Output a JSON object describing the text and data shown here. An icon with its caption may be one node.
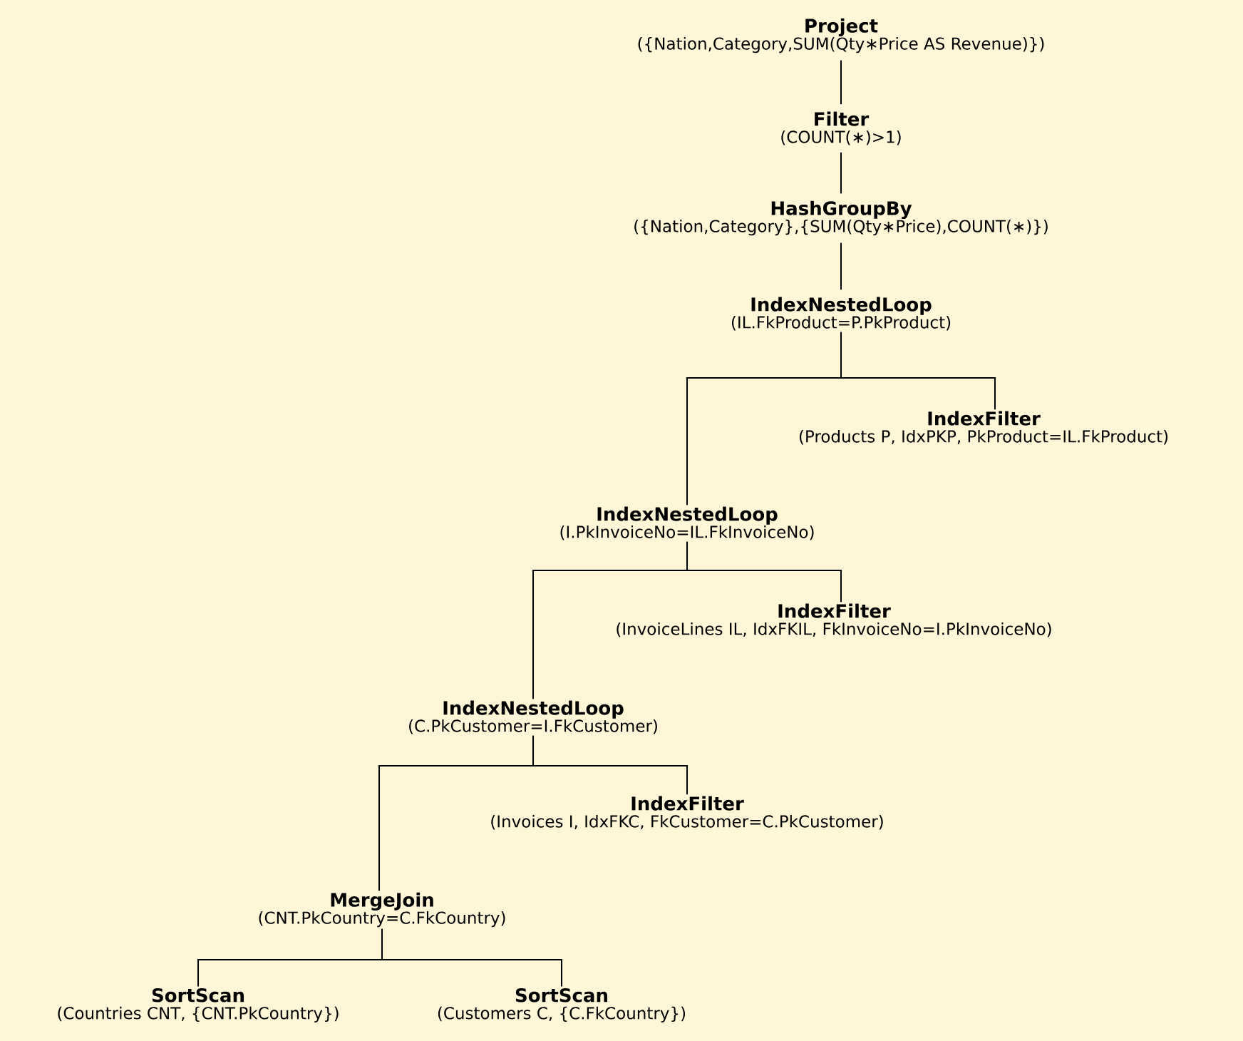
{
  "diagram": {
    "nodes": [
      {
        "text": [
          "Project",
          "({Nation,Category,SUM(Qty∗Price AS Revenue)})"
        ]
      },
      {
        "text": [
          "Filter",
          "(COUNT(∗)>1)"
        ]
      },
      {
        "text": [
          "HashGroupBy",
          "({Nation,Category},{SUM(Qty∗Price),COUNT(∗)})"
        ]
      },
      {
        "text": [
          "IndexNestedLoop",
          "(IL.FkProduct=P.PkProduct)"
        ]
      },
      {
        "text": [
          "IndexFilter",
          "(Products P, IdxPKP, PkProduct=IL.FkProduct)"
        ]
      },
      {
        "text": [
          "IndexNestedLoop",
          "(I.PkInvoiceNo=IL.FkInvoiceNo)"
        ]
      },
      {
        "text": [
          "IndexFilter",
          "(InvoiceLines IL, IdxFKIL, FkInvoiceNo=I.PkInvoiceNo)"
        ]
      },
      {
        "text": [
          "IndexNestedLoop",
          "(C.PkCustomer=I.FkCustomer)"
        ]
      },
      {
        "text": [
          "IndexFilter",
          "(Invoices I, IdxFKC, FkCustomer=C.PkCustomer)"
        ]
      },
      {
        "text": [
          "MergeJoin",
          "(CNT.PkCountry=C.FkCountry)"
        ]
      },
      {
        "text": [
          "SortScan",
          "(Countries CNT, {CNT.PkCountry})"
        ]
      },
      {
        "text": [
          "SortScan",
          "(Customers C, {C.FkCountry})"
        ]
      }
    ],
    "edges": [
      {
        "from": 0,
        "to": 1,
        "arrow": "none"
      },
      {
        "from": 1,
        "to": 2,
        "arrow": "none"
      },
      {
        "from": 2,
        "to": 3,
        "arrow": "none"
      },
      {
        "from": 3,
        "to": 5,
        "arrow": "none"
      },
      {
        "from": 3,
        "to": 4,
        "arrow": "none"
      },
      {
        "from": 5,
        "to": 7,
        "arrow": "none"
      },
      {
        "from": 5,
        "to": 6,
        "arrow": "none"
      },
      {
        "from": 7,
        "to": 9,
        "arrow": "none"
      },
      {
        "from": 7,
        "to": 8,
        "arrow": "none"
      },
      {
        "from": 9,
        "to": 10,
        "arrow": "none"
      },
      {
        "from": 9,
        "to": 11,
        "arrow": "none"
      }
    ]
  }
}
